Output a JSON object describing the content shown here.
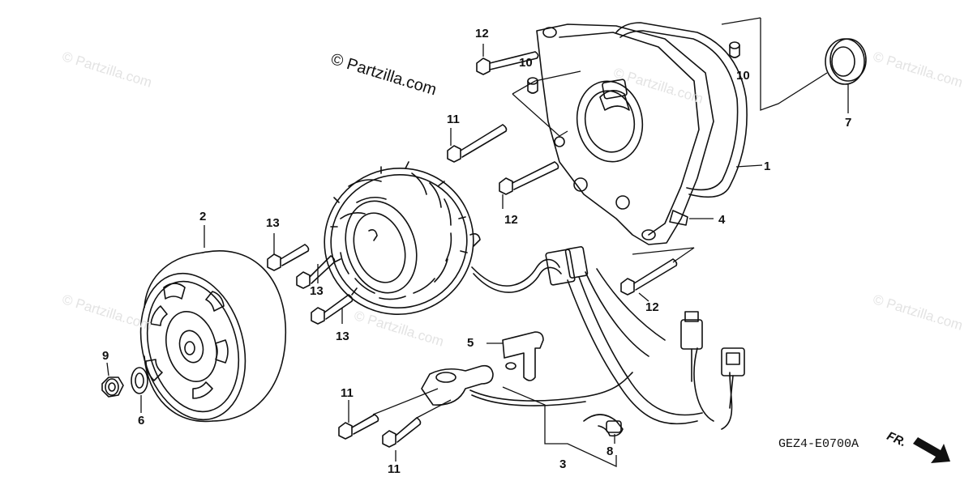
{
  "copyright": "© Partzilla.com",
  "watermarks": [
    "© Partzilla.com",
    "© Partzilla.com",
    "© Partzilla.com",
    "© Partzilla.com",
    "© Partzilla.com",
    "© Partzilla.com"
  ],
  "diagram_code": "GEZ4-E0700A",
  "front_label": "FR.",
  "callouts": {
    "cover": "1",
    "flywheel": "2",
    "harness": "3",
    "gasket": "4",
    "bracket": "5",
    "washer": "6",
    "oil_seal": "7",
    "clip": "8",
    "nut": "9",
    "dowel_left": "10",
    "dowel_right": "10",
    "bolt_11_top": "11",
    "bolt_11_bl": "11",
    "bolt_11_br": "11",
    "bolt_12_top": "12",
    "bolt_12_mid": "12",
    "bolt_12_right": "12",
    "bolt_13_top": "13",
    "bolt_13_mid": "13",
    "bolt_13_bottom": "13"
  },
  "colors": {
    "ink": "#111111",
    "watermark": "#e3e3e3",
    "background": "#ffffff"
  }
}
